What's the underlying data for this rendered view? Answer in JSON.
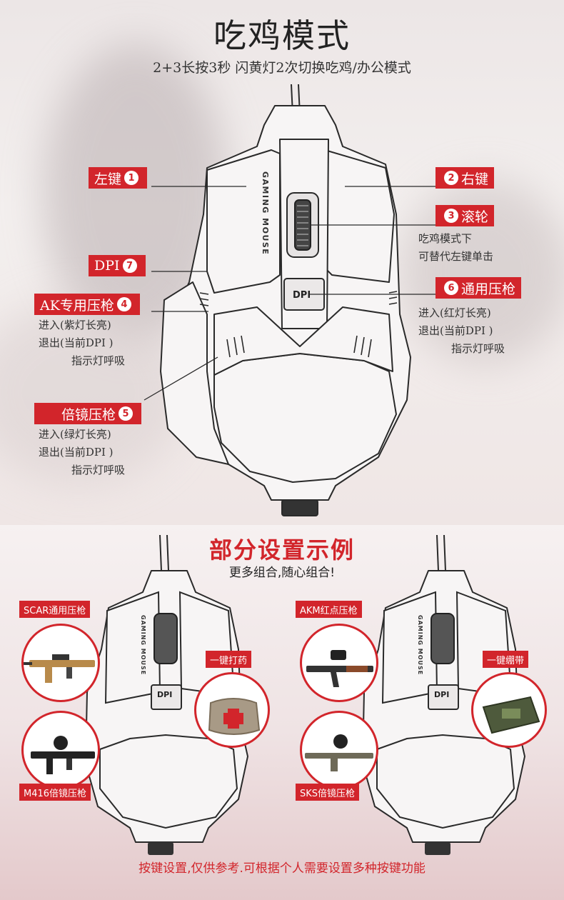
{
  "header": {
    "title": "吃鸡模式",
    "subtitle": "2+3长按3秒 闪黄灯2次切换吃鸡/办公模式"
  },
  "mouse_print": {
    "brand_text": "GAMING MOUSE",
    "dpi_text": "DPI"
  },
  "buttons": [
    {
      "id": "left",
      "label": "左键",
      "num": "1"
    },
    {
      "id": "right",
      "label": "右键",
      "num": "2"
    },
    {
      "id": "wheel",
      "label": "滚轮",
      "num": "3"
    },
    {
      "id": "ak",
      "label": "AK专用压枪",
      "num": "4"
    },
    {
      "id": "scope",
      "label": "倍镜压枪",
      "num": "5"
    },
    {
      "id": "common",
      "label": "通用压枪",
      "num": "6"
    },
    {
      "id": "dpi",
      "label": "DPI",
      "num": "7"
    }
  ],
  "notes": {
    "wheel": [
      "吃鸡模式下",
      "可替代左键单击"
    ],
    "common": [
      "进入(红灯长亮)",
      "退出(当前DPI )",
      "指示灯呼吸"
    ],
    "ak": [
      "进入(紫灯长亮)",
      "退出(当前DPI )",
      "指示灯呼吸"
    ],
    "scope": [
      "进入(绿灯长亮)",
      "退出(当前DPI )",
      "指示灯呼吸"
    ]
  },
  "examples": {
    "title": "部分设置示例",
    "subtitle": "更多组合,随心组合!",
    "left": {
      "top_label": "SCAR通用压枪",
      "bottom_label": "M416倍镜压枪",
      "side_label": "一键打药"
    },
    "right": {
      "top_label": "AKM红点压枪",
      "bottom_label": "SKS倍镜压枪",
      "side_label": "一键绷带"
    }
  },
  "footer": "按键设置,仅供参考.可根据个人需要设置多种按键功能",
  "colors": {
    "accent": "#d2252b",
    "mouse_fill": "#f7f5f5",
    "mouse_line": "#2a2a2a"
  }
}
